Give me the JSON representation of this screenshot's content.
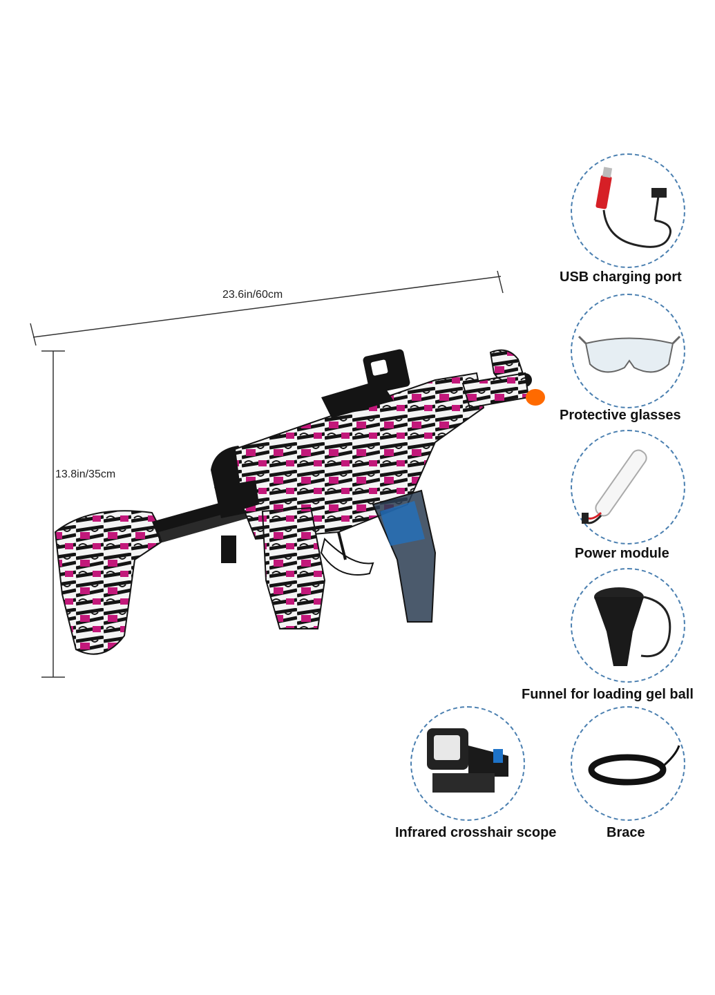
{
  "dimensions": {
    "length_label": "23.6in/60cm",
    "height_label": "13.8in/35cm"
  },
  "accessories": [
    {
      "label": "USB charging port",
      "icon": "usb-cable-icon"
    },
    {
      "label": "Protective glasses",
      "icon": "glasses-icon"
    },
    {
      "label": "Power module",
      "icon": "battery-icon"
    },
    {
      "label": "Funnel for loading gel ball",
      "icon": "funnel-icon"
    },
    {
      "label": "Infrared crosshair scope",
      "icon": "scope-icon"
    },
    {
      "label": "Brace",
      "icon": "strap-icon"
    }
  ],
  "colors": {
    "circle_border": "#4a7fb0",
    "gun_magenta": "#c2187a",
    "gun_black": "#141414",
    "muzzle_orange": "#ff6a00"
  }
}
